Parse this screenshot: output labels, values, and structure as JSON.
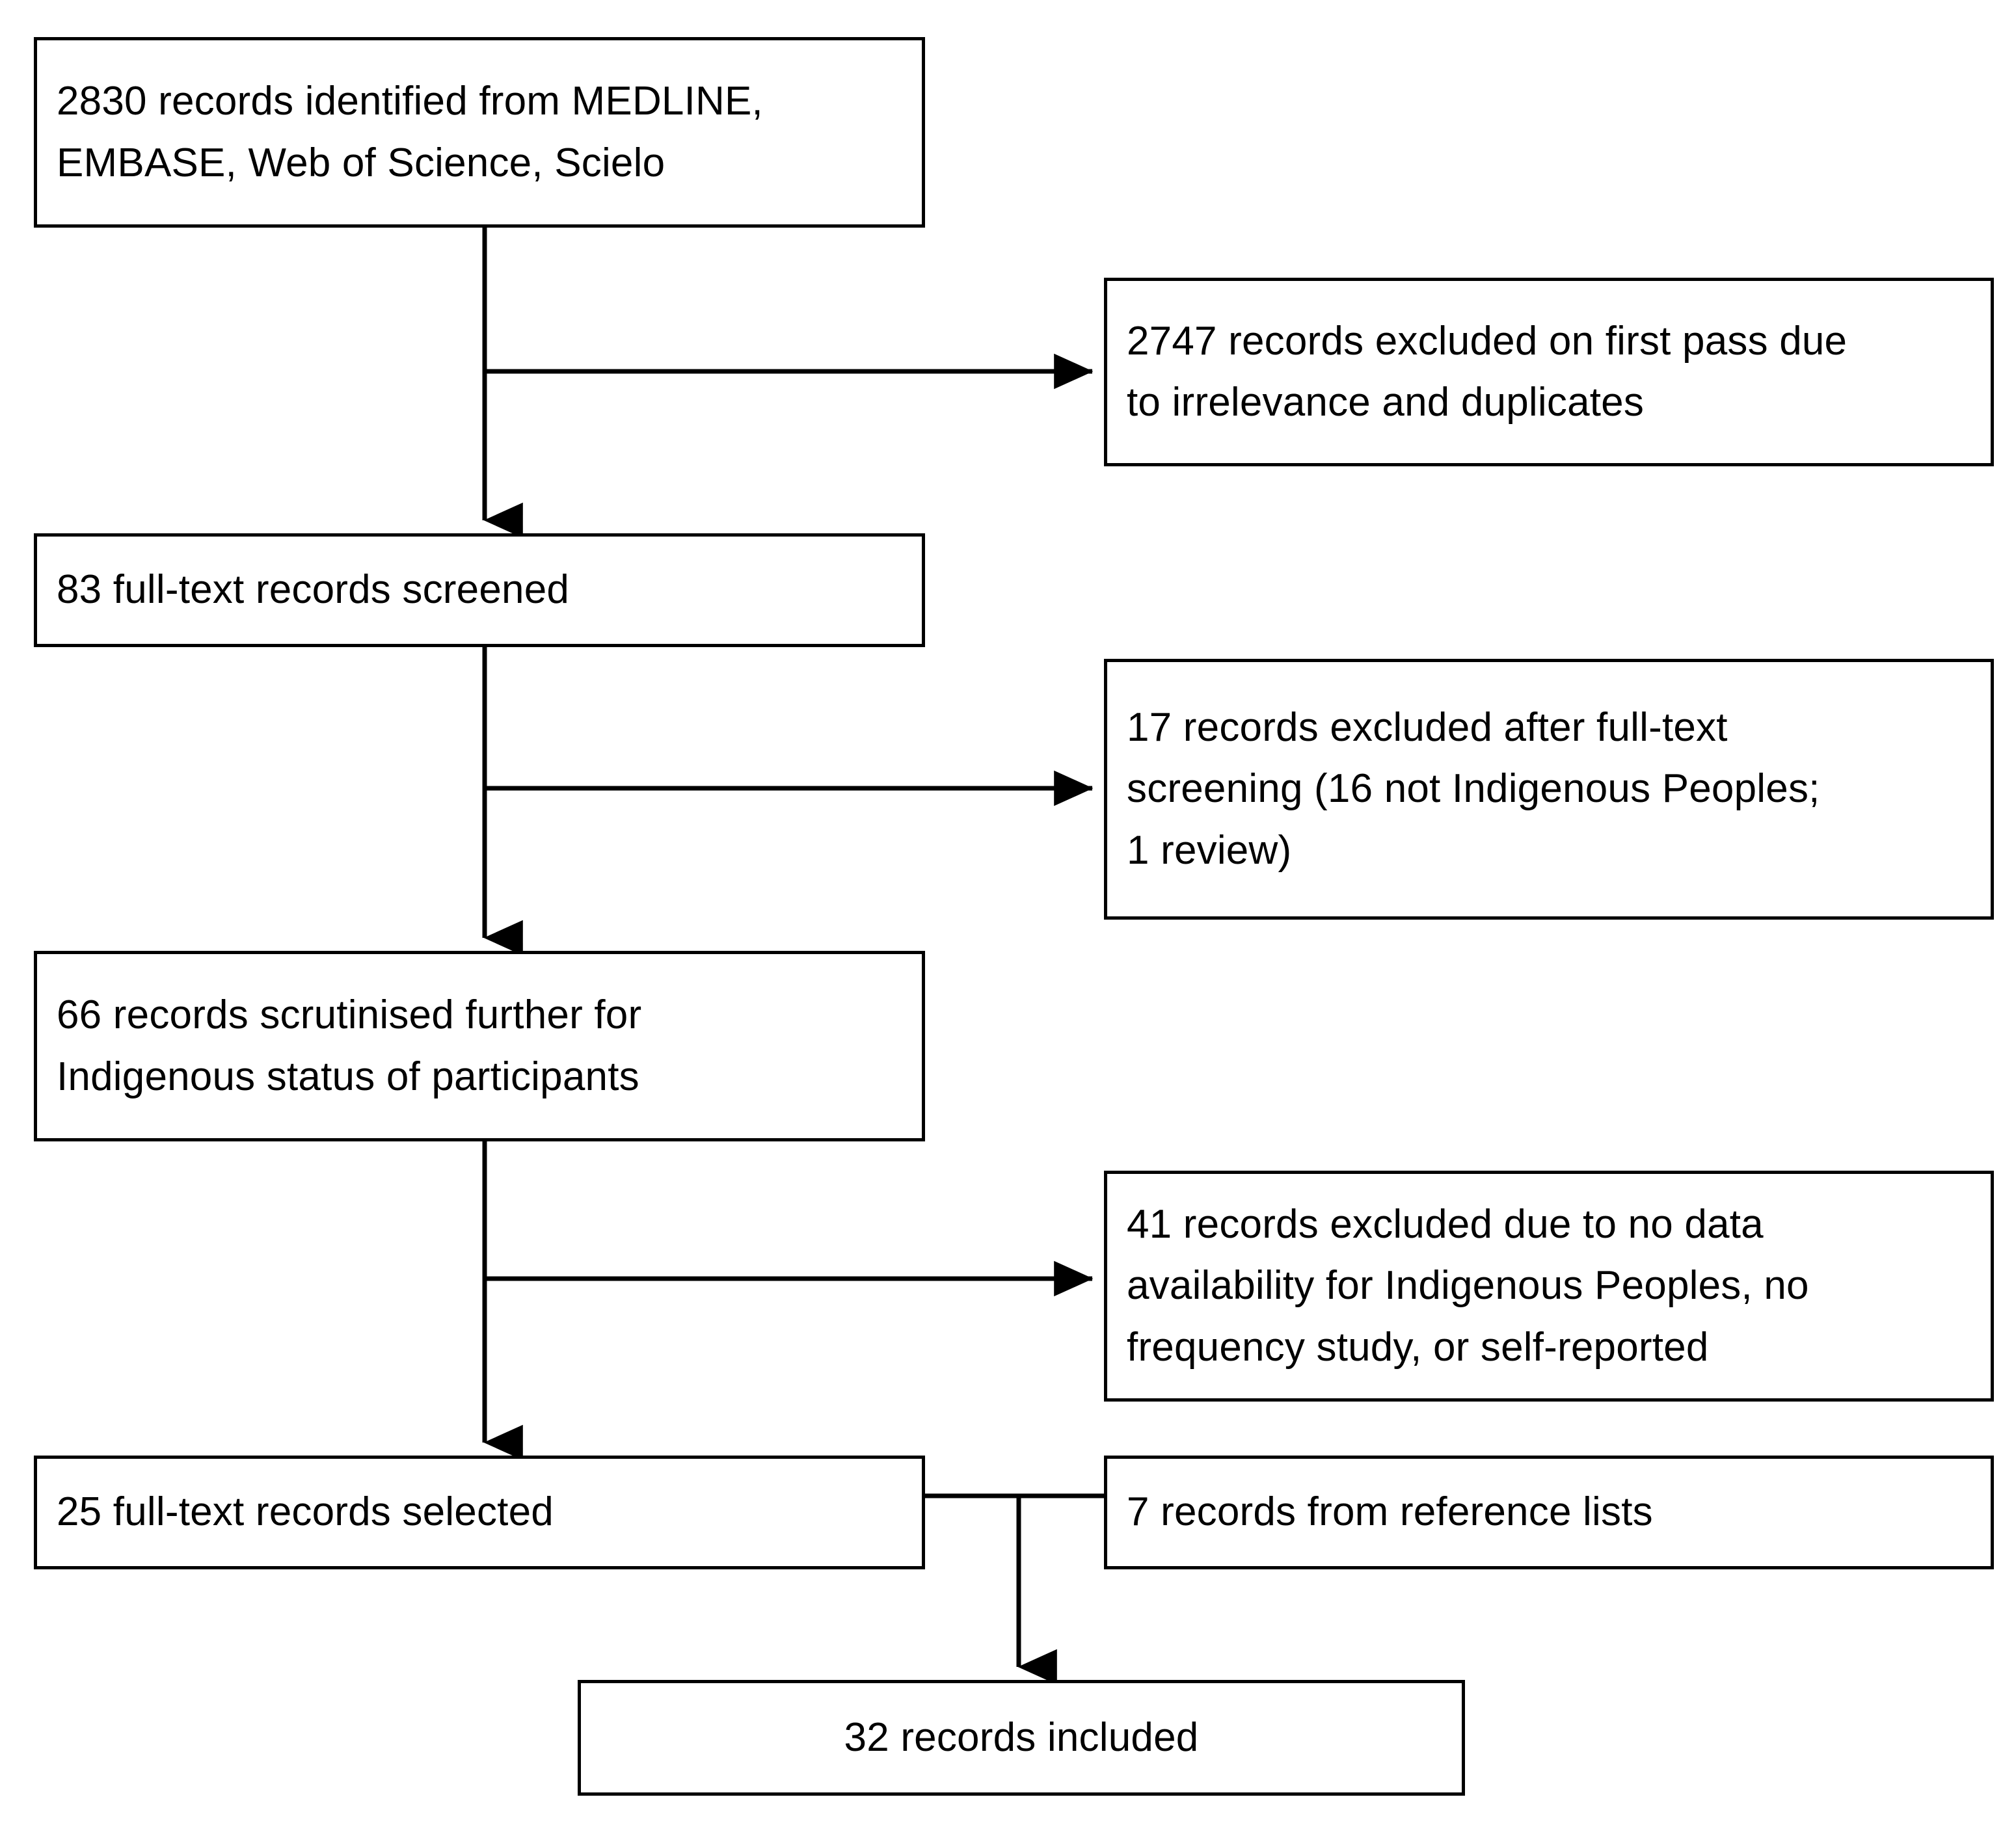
{
  "diagram": {
    "type": "prisma-flow-diagram",
    "colors": {
      "box_border": "#000000",
      "box_fill": "#ffffff",
      "connector": "#000000",
      "text": "#000000",
      "background": "#ffffff"
    },
    "nodes": {
      "identified": {
        "count": 2830,
        "text": "2830 records identified from MEDLINE,\nEMBASE, Web of Science, Scielo"
      },
      "excluded_first_pass": {
        "count": 2747,
        "text": "2747 records excluded on first pass due\nto irrelevance and duplicates"
      },
      "screened": {
        "count": 83,
        "text": "83 full-text records screened"
      },
      "excluded_full_text": {
        "count": 17,
        "text": "17 records excluded after full-text\nscreening (16 not Indigenous Peoples;\n1 review)"
      },
      "scrutinised": {
        "count": 66,
        "text": "66 records scrutinised further for\nIndigenous status of participants"
      },
      "excluded_no_data": {
        "count": 41,
        "text": "41 records excluded due to no data\navailability for Indigenous Peoples, no\nfrequency study, or self-reported"
      },
      "selected": {
        "count": 25,
        "text": "25 full-text records selected"
      },
      "reference_lists": {
        "count": 7,
        "text": "7 records from reference lists"
      },
      "included": {
        "count": 32,
        "text": "32 records included"
      }
    },
    "connectors": [
      {
        "name": "identified-to-screened",
        "kind": "vertical-arrow"
      },
      {
        "name": "identified-to-excluded-first-pass",
        "kind": "horizontal-arrow"
      },
      {
        "name": "screened-to-scrutinised",
        "kind": "vertical-arrow"
      },
      {
        "name": "screened-to-excluded-full-text",
        "kind": "horizontal-arrow"
      },
      {
        "name": "scrutinised-to-selected",
        "kind": "vertical-arrow"
      },
      {
        "name": "scrutinised-to-excluded-no-data",
        "kind": "horizontal-arrow"
      },
      {
        "name": "selected-and-reference-to-included",
        "kind": "merge-vertical-arrow"
      }
    ]
  }
}
